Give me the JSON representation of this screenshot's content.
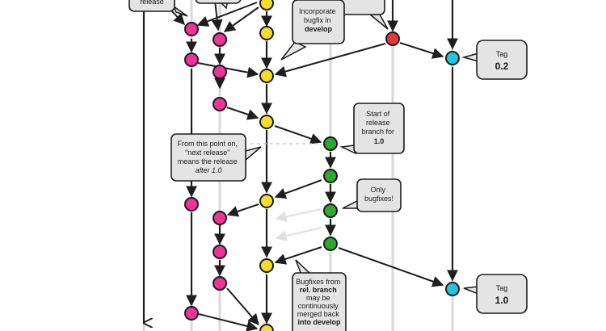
{
  "colors": {
    "feature": "#ee3399",
    "develop": "#f7dd2b",
    "hotfix": "#e5383b",
    "release": "#2ea82f",
    "master": "#22c7dd",
    "lane": "#d8d8d8",
    "callout_fill": "#e4e4e4",
    "ink": "#1b1b1b"
  },
  "callouts": {
    "left_top": [
      "release"
    ],
    "incorporate": [
      "Incorporate",
      "bugfix in",
      "develop"
    ],
    "start_release": [
      "Start of",
      "release",
      "branch for",
      "1.0"
    ],
    "next_release": [
      "From this point on,",
      "“next release”",
      "means the release",
      "after 1.0"
    ],
    "only_bugfixes": [
      "Only",
      "bugfixes!"
    ],
    "bugfixes_merged": [
      "Bugfixes from",
      "rel. branch",
      "may be",
      "continuously",
      "merged back",
      "into develop"
    ]
  },
  "tags": [
    {
      "label": "Tag",
      "value": "0.2"
    },
    {
      "label": "Tag",
      "value": "1.0"
    }
  ]
}
